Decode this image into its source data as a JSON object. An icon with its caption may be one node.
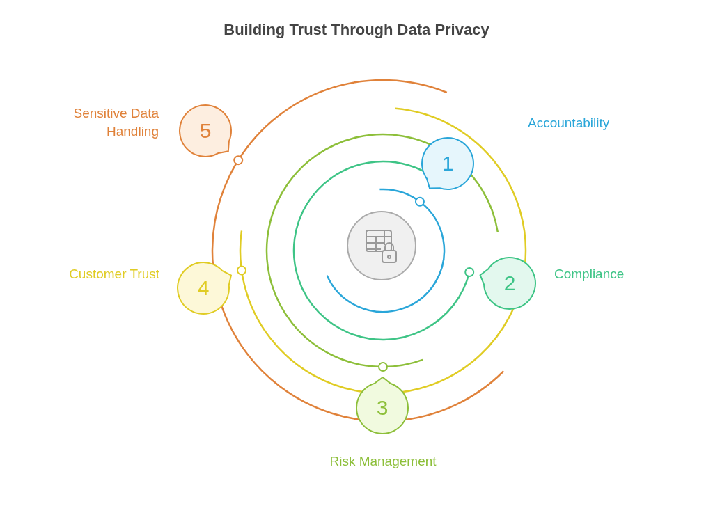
{
  "diagram": {
    "title": "Building Trust Through Data Privacy",
    "nodes": [
      {
        "text": [],
        "shape": "picture"
      },
      {
        "text": [
          "1"
        ]
      },
      {
        "text": [
          "2"
        ],
        "beside": [
          "Compliance"
        ]
      },
      {
        "text": [
          "3"
        ],
        "beside": [
          "Risk Management"
        ]
      },
      {
        "text": [
          "4"
        ],
        "beside": [
          "Customer Trust"
        ]
      },
      {
        "text": [
          "5"
        ],
        "beside": [
          "Sensitive Data Handling"
        ]
      }
    ],
    "edges": [],
    "labels": [
      "Accountability"
    ]
  }
}
